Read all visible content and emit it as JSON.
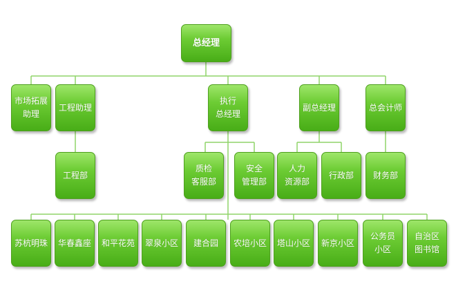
{
  "org": {
    "root": "总经理",
    "level1": {
      "market": [
        "市场拓展",
        "助理"
      ],
      "eng_assistant": "工程助理",
      "exec_gm": [
        "执行",
        "总经理"
      ],
      "deputy_gm": "副总经理",
      "chief_accountant": "总会计师"
    },
    "level2": {
      "eng_dept": "工程部",
      "qc_service": [
        "质检",
        "客服部"
      ],
      "safety": [
        "安全",
        "管理部"
      ],
      "hr": [
        "人力",
        "资源部"
      ],
      "admin": "行政部",
      "finance": "财务部"
    },
    "communities": [
      [
        "苏杭明珠"
      ],
      [
        "华春鑫座"
      ],
      [
        "和平花苑"
      ],
      [
        "翠泉小区"
      ],
      [
        "建合园"
      ],
      [
        "农培小区"
      ],
      [
        "塔山小区"
      ],
      [
        "新京小区"
      ],
      [
        "公务员",
        "小区"
      ],
      [
        "自治区",
        "图书馆"
      ]
    ]
  },
  "colors": {
    "node_top": "#9ee66a",
    "node_bottom": "#48ad17",
    "connector": "#8fd468"
  }
}
